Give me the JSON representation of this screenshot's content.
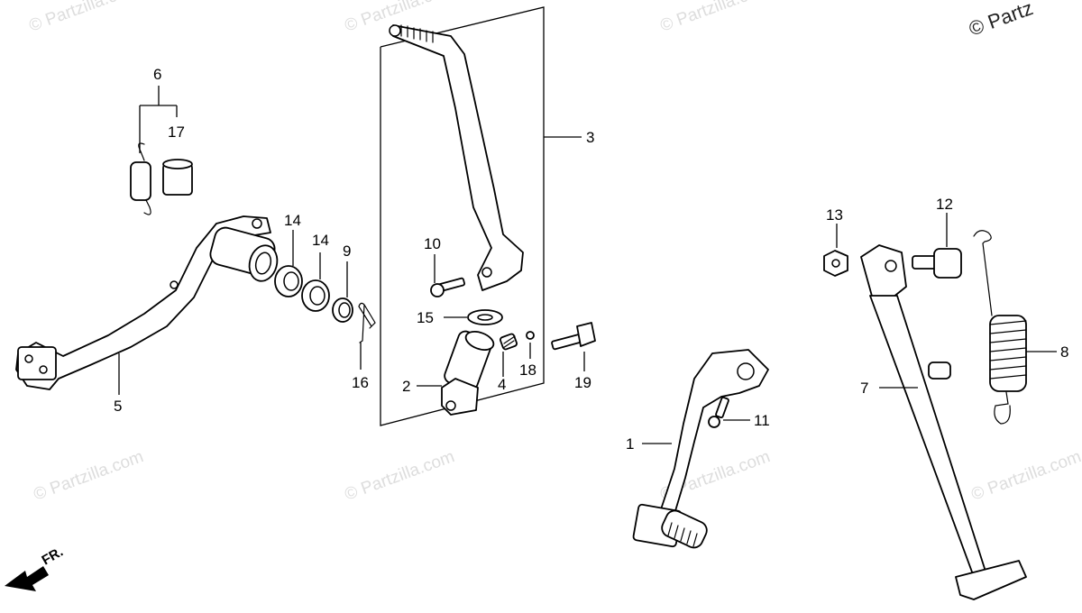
{
  "watermark_text": "© Partzilla.com",
  "copyright_corner": "© Partz",
  "direction_label": "FR.",
  "callouts": [
    "1",
    "2",
    "3",
    "4",
    "5",
    "6",
    "7",
    "8",
    "9",
    "10",
    "11",
    "12",
    "13",
    "14",
    "14",
    "15",
    "16",
    "17",
    "18",
    "19"
  ],
  "parts": {
    "p1": "1",
    "p2": "2",
    "p3": "3",
    "p4": "4",
    "p5": "5",
    "p6": "6",
    "p7": "7",
    "p8": "8",
    "p9": "9",
    "p10": "10",
    "p11": "11",
    "p12": "12",
    "p13": "13",
    "p14a": "14",
    "p14b": "14",
    "p15": "15",
    "p16": "16",
    "p17": "17",
    "p18": "18",
    "p19": "19"
  }
}
